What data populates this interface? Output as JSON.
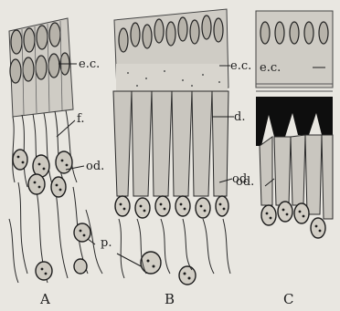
{
  "figure": {
    "panels": [
      {
        "id": "A",
        "label": "A"
      },
      {
        "id": "B",
        "label": "B"
      },
      {
        "id": "C",
        "label": "C"
      }
    ],
    "annotations": {
      "a_ec": "e.c.",
      "a_f": "f.",
      "a_od": "od.",
      "a_p": "p.",
      "b_ec": "e.c.",
      "b_d": "d.",
      "b_od": "od.",
      "c_ec": "e.c.",
      "c_od": "od."
    },
    "colors": {
      "background": "#e9e7e1",
      "ink": "#1d1d1d",
      "cell": "#c9c6bf",
      "dentine": "#0e0e0e"
    }
  }
}
